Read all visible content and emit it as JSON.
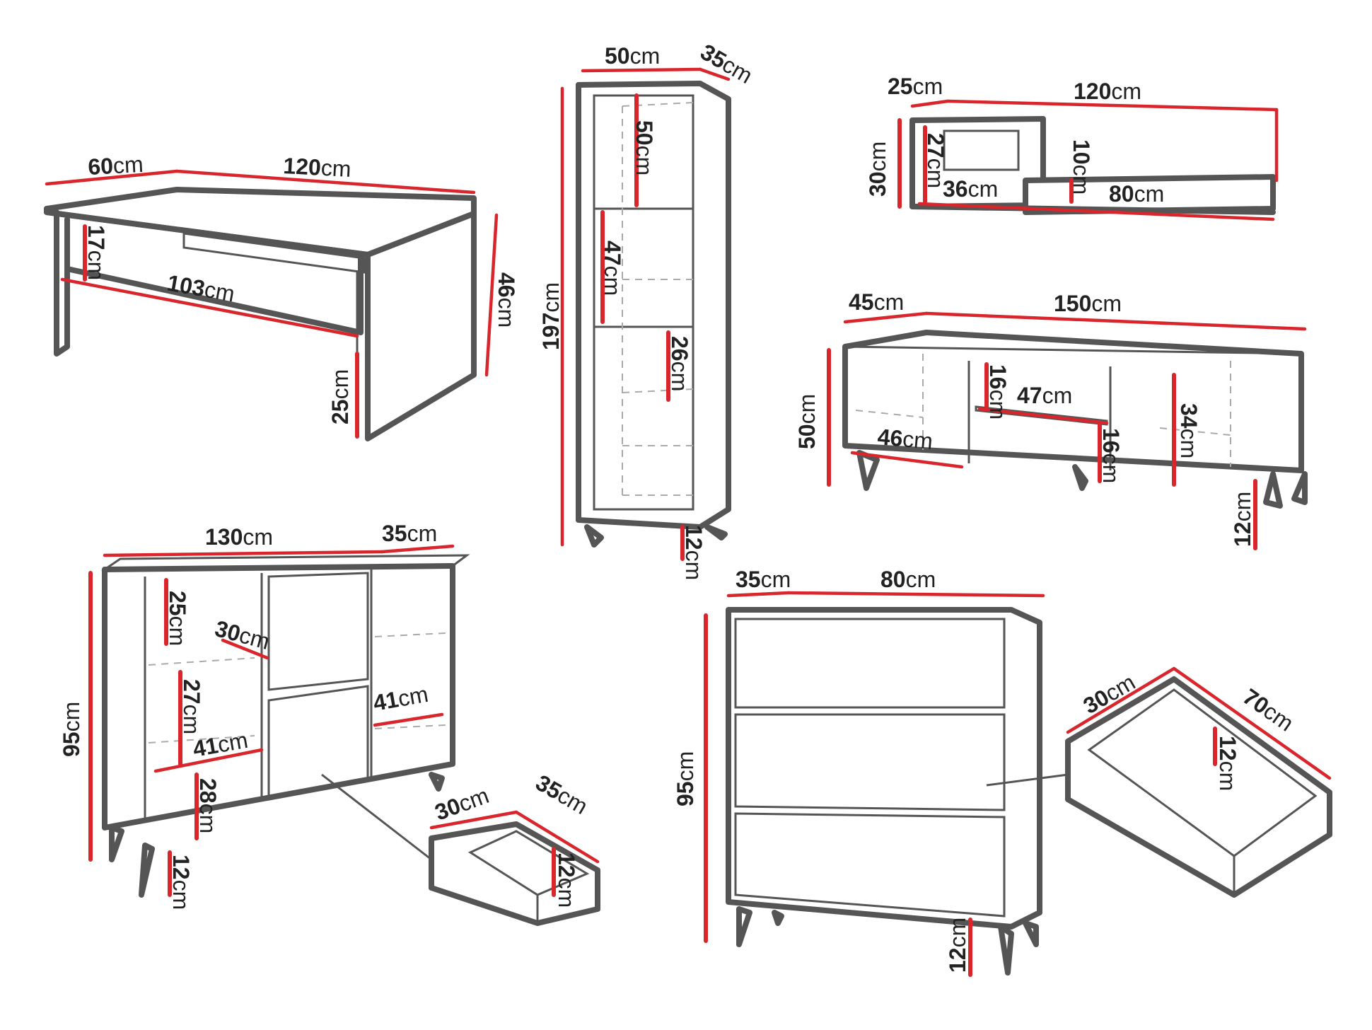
{
  "colors": {
    "outline": "#555555",
    "dimension": "#d9262c",
    "hidden": "#aaaaaa",
    "text": "#222222"
  },
  "desk": {
    "depth": "60",
    "width": "120",
    "height": "46",
    "inner_width": "103",
    "drawer_height": "17",
    "leg_height": "25",
    "unit": "cm"
  },
  "bookcase": {
    "width": "50",
    "depth": "35",
    "height": "197",
    "shelf_top": "50",
    "shelf_mid": "47",
    "shelf_low": "26",
    "leg_height": "12",
    "unit": "cm"
  },
  "wall_shelf": {
    "depth": "25",
    "width": "120",
    "height": "30",
    "box_height": "27",
    "box_width": "36",
    "shelf_gap": "10",
    "shelf_width": "80",
    "unit": "cm"
  },
  "tv_stand": {
    "depth": "45",
    "width": "150",
    "height": "50",
    "center_top": "16",
    "center_shelf": "47",
    "left_shelf": "46",
    "center_low": "16",
    "right_height": "34",
    "leg_height": "12",
    "unit": "cm"
  },
  "sideboard": {
    "width": "130",
    "depth": "35",
    "height": "95",
    "comp_top": "25",
    "comp_depth": "30",
    "comp_mid": "27",
    "comp_width": "41",
    "right_width": "41",
    "comp_low": "28",
    "leg_height": "12",
    "drawer_depth": "30",
    "drawer_width": "35",
    "drawer_height": "12",
    "unit": "cm"
  },
  "chest": {
    "depth": "35",
    "width": "80",
    "height": "95",
    "leg_height": "12",
    "drawer_depth": "30",
    "drawer_width": "70",
    "drawer_height": "12",
    "unit": "cm"
  }
}
